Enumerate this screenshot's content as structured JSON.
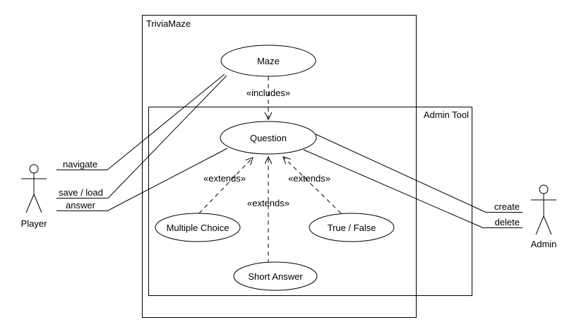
{
  "boundaries": {
    "outer": "TriviaMaze",
    "inner": "Admin Tool"
  },
  "use_cases": {
    "maze": "Maze",
    "question": "Question",
    "multiple_choice": "Multiple Choice",
    "true_false": "True / False",
    "short_answer": "Short Answer"
  },
  "actors": {
    "player": "Player",
    "admin": "Admin"
  },
  "associations": {
    "navigate": "navigate",
    "save_load": "save / load",
    "answer": "answer",
    "create": "create",
    "delete": "delete"
  },
  "relations": {
    "includes": "«includes»",
    "extends_left": "«extends»",
    "extends_center": "«extends»",
    "extends_right": "«extends»"
  }
}
